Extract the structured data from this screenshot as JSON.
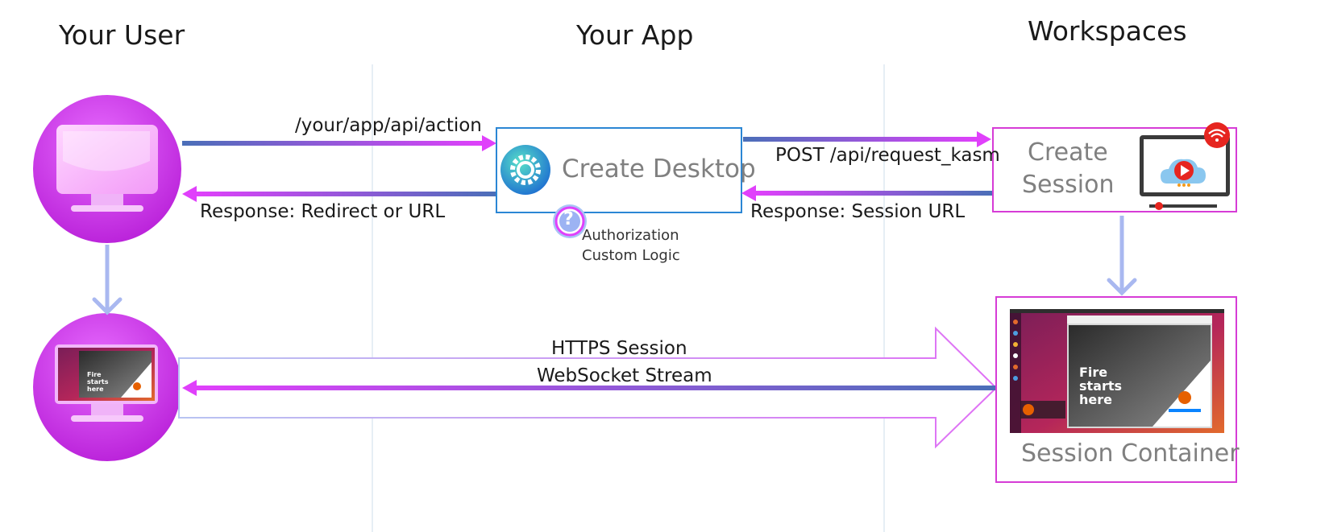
{
  "columns": {
    "user": "Your User",
    "app": "Your App",
    "workspaces": "Workspaces"
  },
  "flows": {
    "api_action": "/your/app/api/action",
    "redirect_response": "Response: Redirect or URL",
    "post_request": "POST /api/request_kasm",
    "session_url_response": "Response: Session URL",
    "https_session": "HTTPS Session",
    "websocket_stream": "WebSocket Stream"
  },
  "boxes": {
    "create_desktop": "Create Desktop",
    "create_session_line1": "Create",
    "create_session_line2": "Session",
    "session_container": "Session Container"
  },
  "auth": {
    "line1": "Authorization",
    "line2": "Custom Logic",
    "icon": "question-icon"
  },
  "screen": {
    "headline_line1": "Fire",
    "headline_line2": "starts",
    "headline_line3": "here"
  },
  "colors": {
    "magenta": "#e040fb",
    "blue": "#4a6fb8",
    "lavender": "#a9b8f0",
    "box_blue": "#2b86d4",
    "box_magenta": "#d63cd6",
    "divider": "#dde8f2"
  }
}
